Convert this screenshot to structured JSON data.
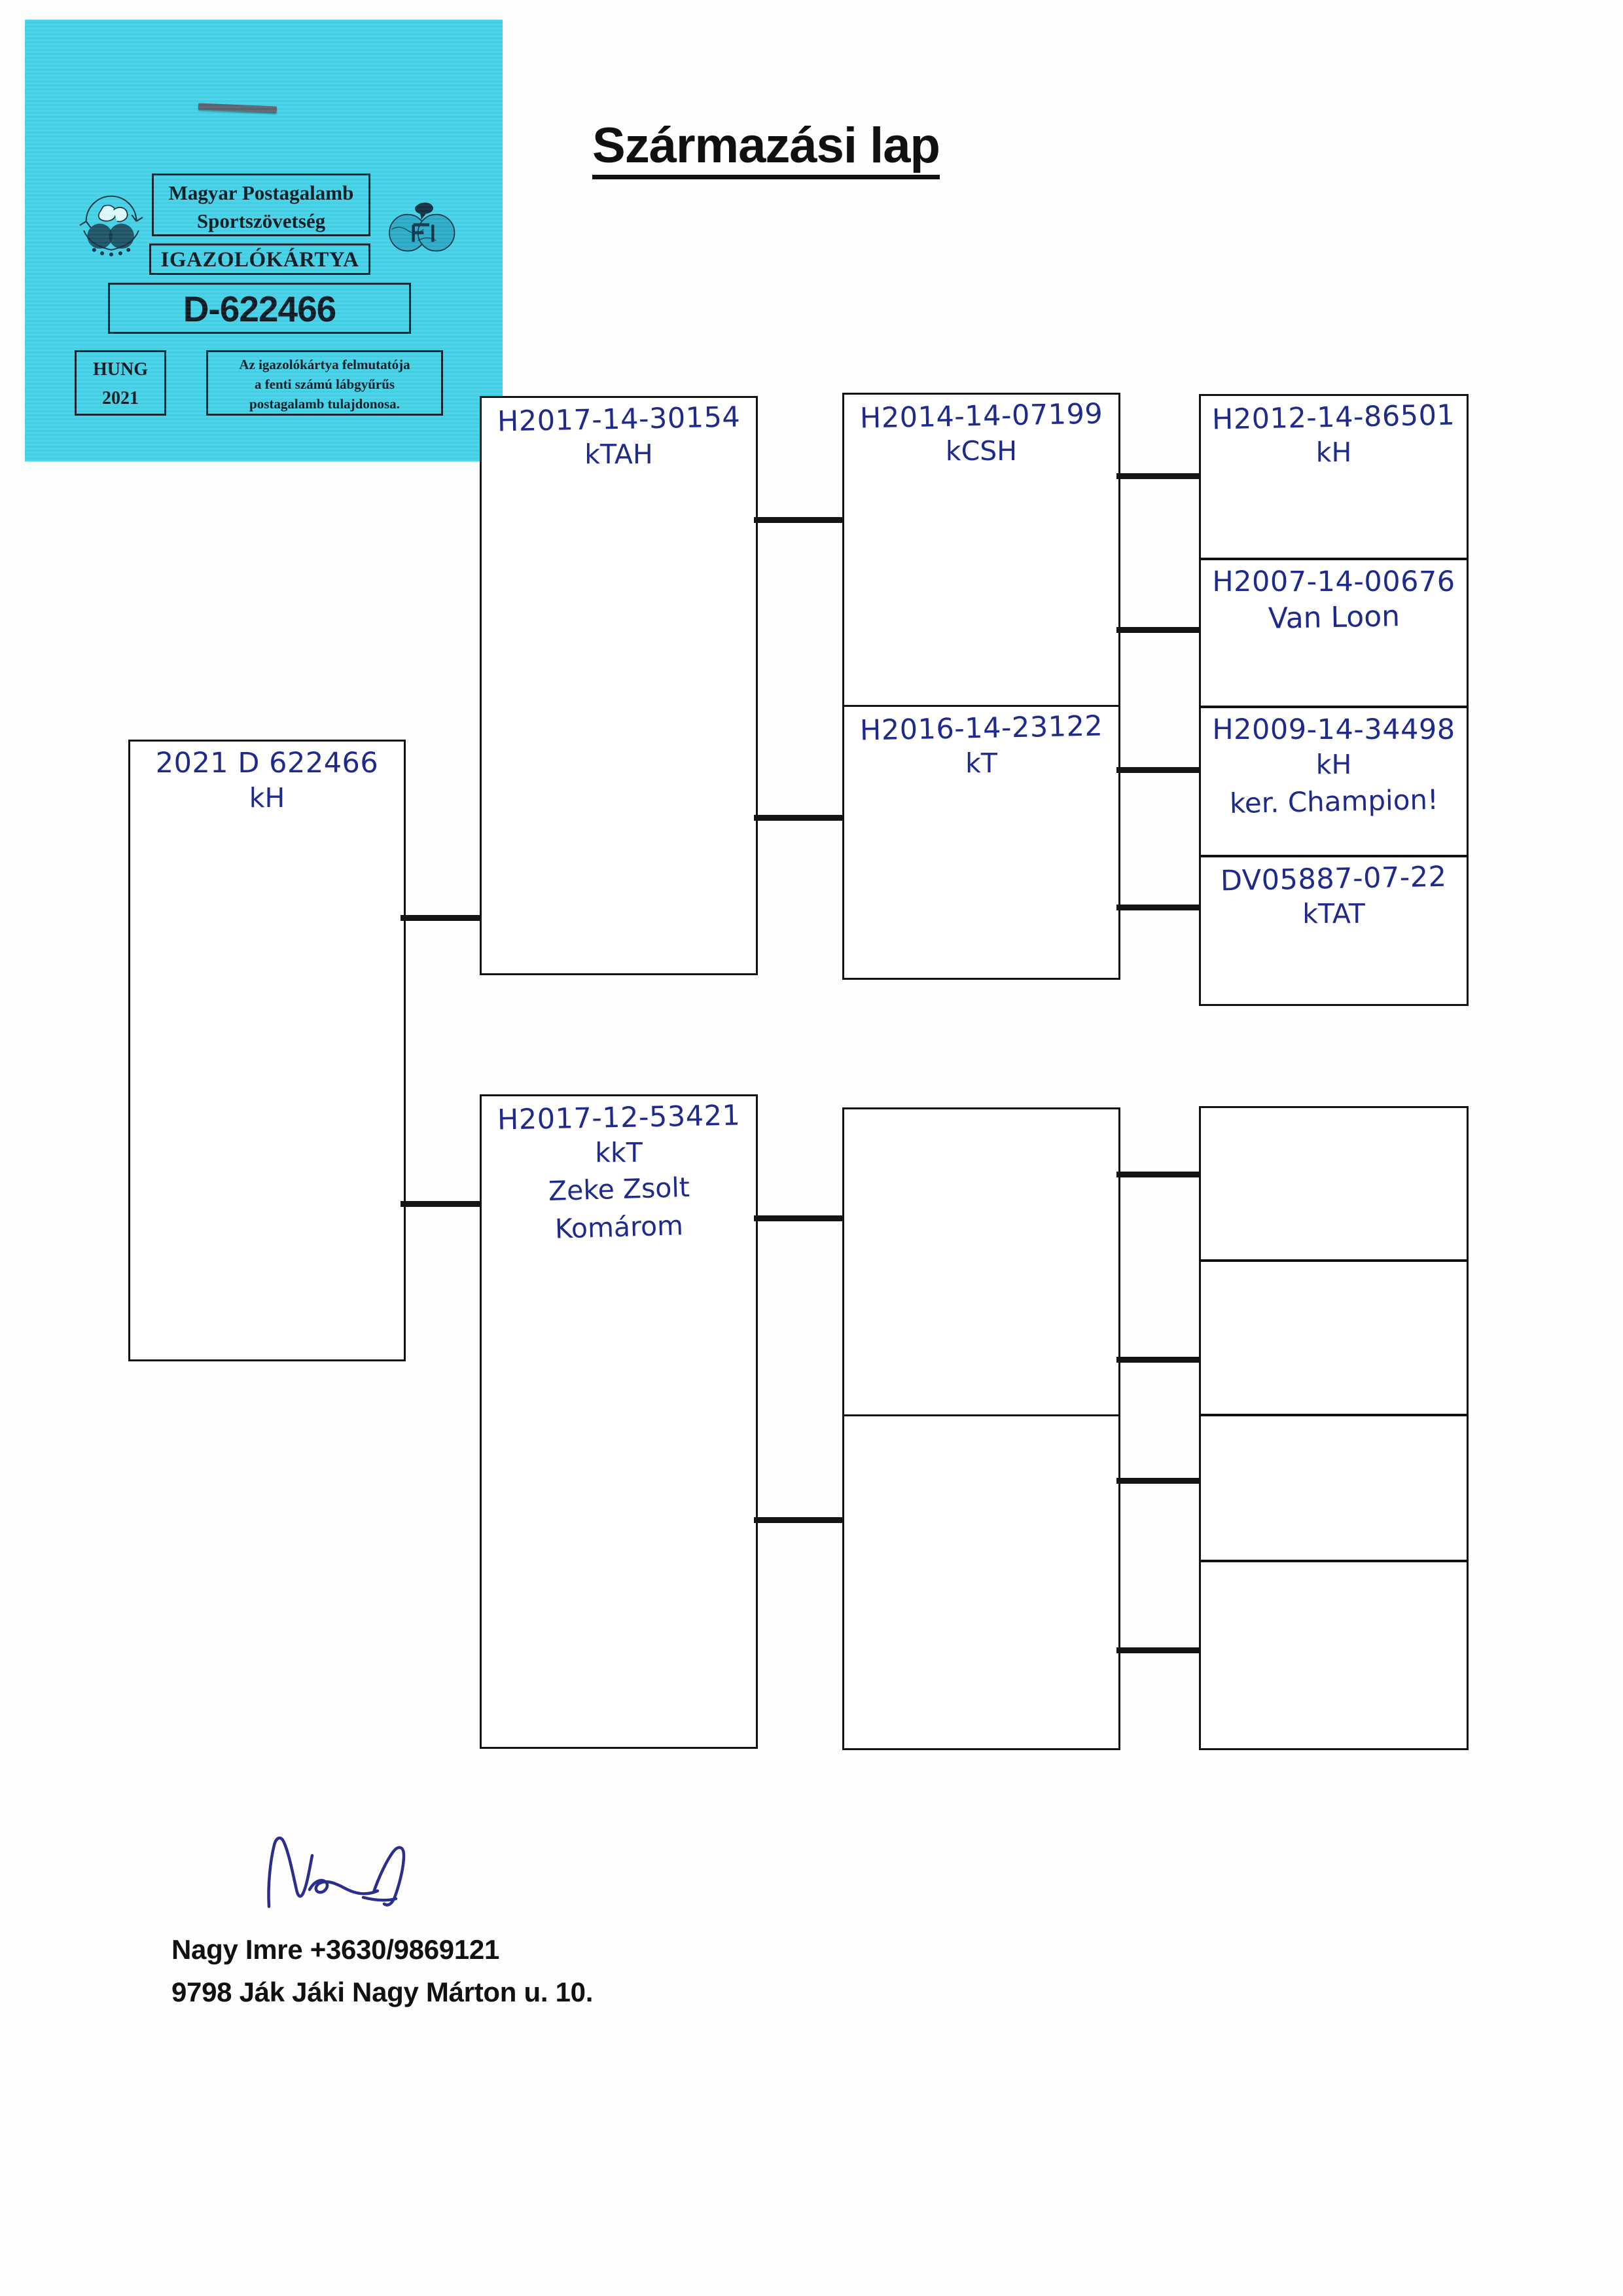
{
  "document": {
    "title": "Származási lap"
  },
  "id_card": {
    "federation_line1": "Magyar Postagalamb",
    "federation_line2": "Sportszövetség",
    "card_type": "IGAZOLÓKÁRTYA",
    "card_number": "D-622466",
    "country_code": "HUNG",
    "year": "2021",
    "note_line1": "Az igazolókártya felmutatója",
    "note_line2": "a fenti számú lábgyűrűs",
    "note_line3": "postagalamb tulajdonosa.",
    "card_color": "#45d2e8",
    "emblem_left": "fci-globe-dove-emblem",
    "emblem_right": "fci-dove-globe-emblem"
  },
  "pedigree": {
    "subject": {
      "ring": "2021 D 622466",
      "strain": "kH"
    },
    "generation1": [
      {
        "position": "sire",
        "ring": "H2017-14-30154",
        "strain": "kTAH",
        "owner": "",
        "city": ""
      },
      {
        "position": "dam",
        "ring": "H2017-12-53421",
        "strain": "kkT",
        "owner": "Zeke Zsolt",
        "city": "Komárom"
      }
    ],
    "generation2": [
      {
        "position": "sire-sire",
        "ring": "H2014-14-07199",
        "strain": "kCSH"
      },
      {
        "position": "sire-dam",
        "ring": "H2016-14-23122",
        "strain": "kT"
      },
      {
        "position": "dam-sire",
        "ring": "",
        "strain": ""
      },
      {
        "position": "dam-dam",
        "ring": "",
        "strain": ""
      }
    ],
    "generation3": [
      {
        "position": "sire-sire-sire",
        "ring": "H2012-14-86501",
        "strain": "kH",
        "note": ""
      },
      {
        "position": "sire-sire-dam",
        "ring": "H2007-14-00676",
        "strain": "Van Loon",
        "note": ""
      },
      {
        "position": "sire-dam-sire",
        "ring": "H2009-14-34498",
        "strain": "kH",
        "note": "ker. Champion!"
      },
      {
        "position": "sire-dam-dam",
        "ring": "DV05887-07-22",
        "strain": "kTAT",
        "note": ""
      },
      {
        "position": "dam-sire-sire",
        "ring": "",
        "strain": "",
        "note": ""
      },
      {
        "position": "dam-sire-dam",
        "ring": "",
        "strain": "",
        "note": ""
      },
      {
        "position": "dam-dam-sire",
        "ring": "",
        "strain": "",
        "note": ""
      },
      {
        "position": "dam-dam-dam",
        "ring": "",
        "strain": "",
        "note": ""
      }
    ]
  },
  "footer": {
    "contact_name_phone": "Nagy Imre +3630/9869121",
    "address": "9798 Ják Jáki Nagy Márton u. 10.",
    "signature": "handwritten-signature"
  },
  "colors": {
    "ink": "#1e2a8c",
    "line": "#141414",
    "card": "#45d2e8"
  }
}
